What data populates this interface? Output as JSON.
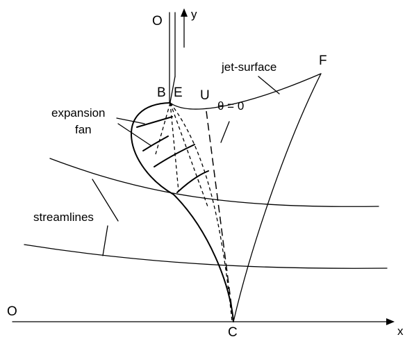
{
  "labels": {
    "origin_top": "O",
    "origin_bottom": "O",
    "axis_y": "y",
    "axis_x": "x",
    "point_b": "B",
    "point_e": "E",
    "point_u": "U",
    "point_f": "F",
    "point_c": "C",
    "jet_surface": "jet-surface",
    "theta": "θ = 0",
    "expansion_fan_line1": "expansion",
    "expansion_fan_line2": "fan",
    "streamlines": "streamlines"
  },
  "colors": {
    "stroke": "#000000",
    "background": "#ffffff"
  }
}
